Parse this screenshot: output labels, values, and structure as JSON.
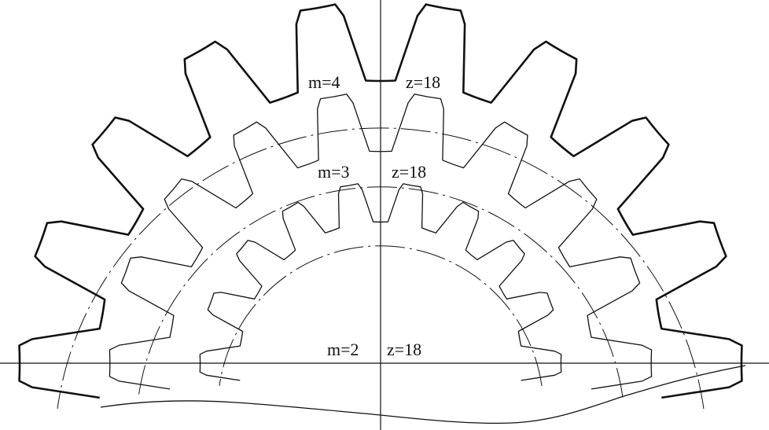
{
  "colors": {
    "line": "#111111",
    "background": "#ffffff"
  },
  "gears": [
    {
      "id": "large",
      "module_label": "m=4",
      "teeth_label": "z=18",
      "m": 4,
      "z": 18,
      "outline": "bold"
    },
    {
      "id": "medium",
      "module_label": "m=3",
      "teeth_label": "z=18",
      "m": 3,
      "z": 18,
      "outline": "thin"
    },
    {
      "id": "small",
      "module_label": "m=2",
      "teeth_label": "z=18",
      "m": 2,
      "z": 18,
      "outline": "thin"
    }
  ],
  "pitch_circles": "dash-dot",
  "axes": {
    "horizontal_centerline": true,
    "vertical_centerline": true
  },
  "bottom_edge": "broken-section line"
}
